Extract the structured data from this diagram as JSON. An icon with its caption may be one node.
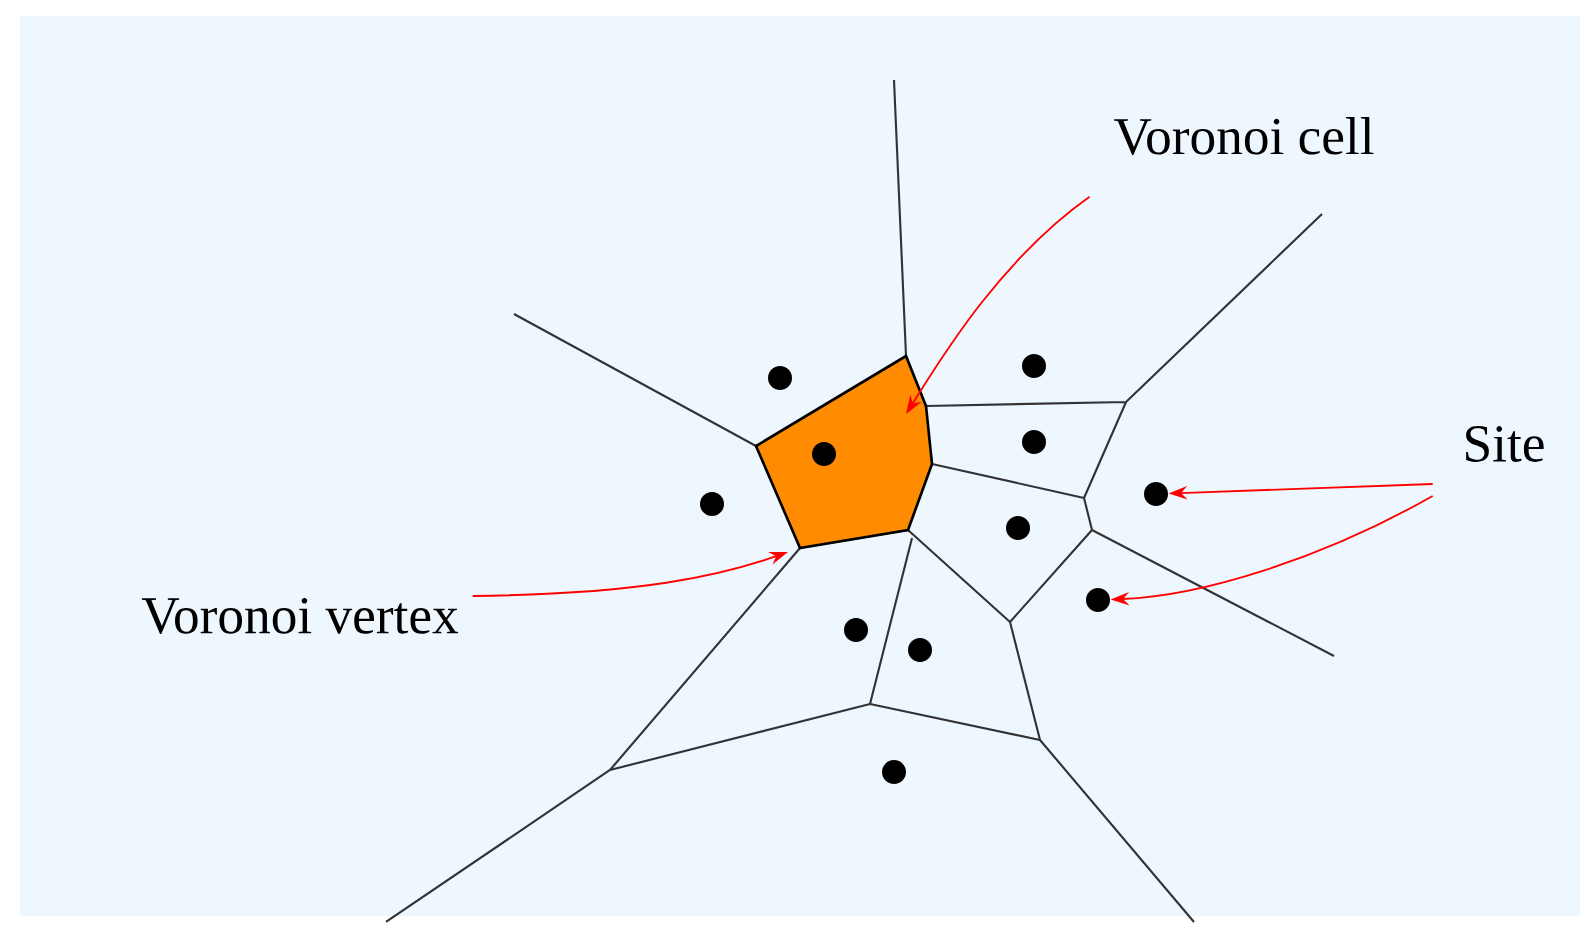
{
  "diagram": {
    "nodes": [
      {
        "text": [
          "Voronoi cell"
        ]
      },
      {
        "text": [],
        "shape": "polygon"
      },
      {
        "text": [
          "Site"
        ]
      },
      {
        "text": [],
        "shape": "circle"
      },
      {
        "text": [],
        "shape": "circle"
      },
      {
        "text": [
          "Voronoi vertex"
        ]
      },
      {
        "text": [],
        "shape": "circle"
      },
      {
        "text": [],
        "shape": "circle"
      },
      {
        "text": [],
        "shape": "circle"
      },
      {
        "text": [],
        "shape": "circle",
        "in": 1
      },
      {
        "text": [],
        "shape": "circle"
      },
      {
        "text": [],
        "shape": "circle"
      },
      {
        "text": [],
        "shape": "circle"
      },
      {
        "text": [],
        "shape": "circle"
      },
      {
        "text": [],
        "shape": "circle"
      }
    ],
    "edges": [
      {
        "from": 0,
        "to": 1,
        "arrow": "to"
      },
      {
        "from": 2,
        "to": 3,
        "arrow": "to"
      },
      {
        "from": 2,
        "to": 4,
        "arrow": "to"
      },
      {
        "from": 5,
        "to": 1,
        "arrow": "to"
      }
    ]
  }
}
